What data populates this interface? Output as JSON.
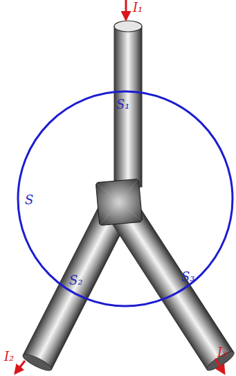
{
  "diagram": {
    "labels": [
      "I₁",
      "S₁",
      "S",
      "S₂",
      "S₃",
      "I₂",
      "I₃"
    ]
  }
}
